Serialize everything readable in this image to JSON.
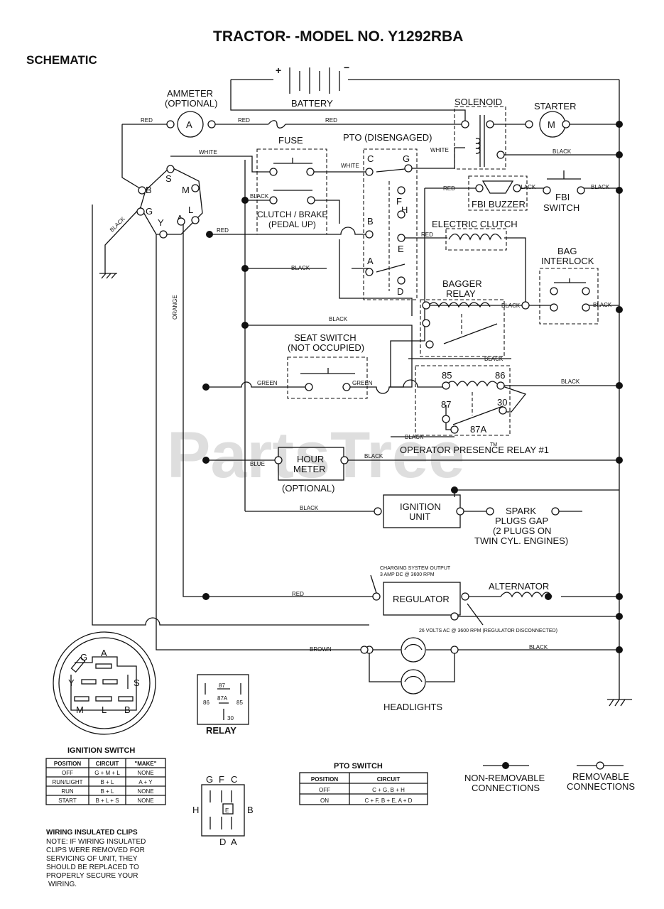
{
  "title": "TRACTOR- -MODEL NO. Y1292RBA",
  "subtitle": "SCHEMATIC",
  "watermark": "PartsTree",
  "watermark_tm": "TM",
  "components": {
    "battery": "BATTERY",
    "battery_plus": "+",
    "battery_minus": "−",
    "ammeter_title": "AMMETER",
    "ammeter_note": "(OPTIONAL)",
    "ammeter_symbol": "A",
    "solenoid": "SOLENOID",
    "starter": "STARTER",
    "starter_symbol": "M",
    "fuse": "FUSE",
    "pto": "PTO (DISENGAGED)",
    "clutch_brake_1": "CLUTCH / BRAKE",
    "clutch_brake_2": "(PEDAL UP)",
    "fbi_buzzer": "FBI BUZZER",
    "fbi_switch_1": "FBI",
    "fbi_switch_2": "SWITCH",
    "electric_clutch": "ELECTRIC CLUTCH",
    "bag_interlock_1": "BAG",
    "bag_interlock_2": "INTERLOCK",
    "bagger_relay_1": "BAGGER",
    "bagger_relay_2": "RELAY",
    "seat_switch_1": "SEAT SWITCH",
    "seat_switch_2": "(NOT OCCUPIED)",
    "operator_relay": "OPERATOR PRESENCE RELAY #1",
    "hour_meter_1": "HOUR",
    "hour_meter_2": "METER",
    "hour_meter_note": "(OPTIONAL)",
    "ignition_unit_1": "IGNITION",
    "ignition_unit_2": "UNIT",
    "spark_1": "SPARK",
    "spark_2": "PLUGS GAP",
    "spark_3": "(2 PLUGS ON",
    "spark_4": "TWIN CYL. ENGINES)",
    "charging_1": "CHARGING SYSTEM OUTPUT",
    "charging_2": "3 AMP DC @ 3600 RPM",
    "regulator": "REGULATOR",
    "alternator": "ALTERNATOR",
    "volts_note": "26 VOLTS AC @ 3600 RPM (REGULATOR DISCONNECTED)",
    "headlights": "HEADLIGHTS",
    "relay_label": "RELAY",
    "ign_switch_title": "IGNITION SWITCH"
  },
  "terminals": {
    "ign_b": "B",
    "ign_s": "S",
    "ign_m": "M",
    "ign_g": "G",
    "ign_y": "Y",
    "ign_a": "A",
    "ign_l": "L",
    "pto_c": "C",
    "pto_g": "G",
    "pto_f": "F",
    "pto_h": "H",
    "pto_b": "B",
    "pto_e": "E",
    "pto_a": "A",
    "pto_d": "D",
    "r85": "85",
    "r86": "86",
    "r87": "87",
    "r30": "30",
    "r87a": "87A"
  },
  "wire_colors": {
    "red": "RED",
    "white": "WHITE",
    "black": "BLACK",
    "green": "GREEN",
    "blue": "BLUE",
    "orange": "ORANGE",
    "brown": "BROWN"
  },
  "relay_pins": {
    "p87": "87",
    "p86": "86",
    "p87a": "87A",
    "p85": "85",
    "p30": "30"
  },
  "connector": {
    "g": "G",
    "a": "A",
    "s": "S",
    "y": "Y",
    "m": "M",
    "l": "L",
    "b": "B",
    "pto_g": "G",
    "pto_f": "F",
    "pto_c": "C",
    "pto_h": "H",
    "pto_b": "B",
    "pto_e": "E",
    "pto_d": "D",
    "pto_a": "A"
  },
  "ignition_table": {
    "headers": [
      "POSITION",
      "CIRCUIT",
      "\"MAKE\""
    ],
    "rows": [
      [
        "OFF",
        "G + M + L",
        "NONE"
      ],
      [
        "RUN/LIGHT",
        "B + L",
        "A + Y"
      ],
      [
        "RUN",
        "B + L",
        "NONE"
      ],
      [
        "START",
        "B + L + S",
        "NONE"
      ]
    ]
  },
  "pto_table": {
    "title": "PTO SWITCH",
    "headers": [
      "POSITION",
      "CIRCUIT"
    ],
    "rows": [
      [
        "OFF",
        "C + G, B + H"
      ],
      [
        "ON",
        "C + F, B + E, A + D"
      ]
    ]
  },
  "clips_note": {
    "heading": "WIRING INSULATED CLIPS",
    "lines": [
      "NOTE: IF WIRING INSULATED",
      "CLIPS WERE REMOVED FOR",
      "SERVICING OF UNIT, THEY",
      "SHOULD BE REPLACED TO",
      "PROPERLY SECURE YOUR",
      "WIRING."
    ]
  },
  "legend": {
    "non_removable_1": "NON-REMOVABLE",
    "non_removable_2": "CONNECTIONS",
    "removable_1": "REMOVABLE",
    "removable_2": "CONNECTIONS"
  }
}
